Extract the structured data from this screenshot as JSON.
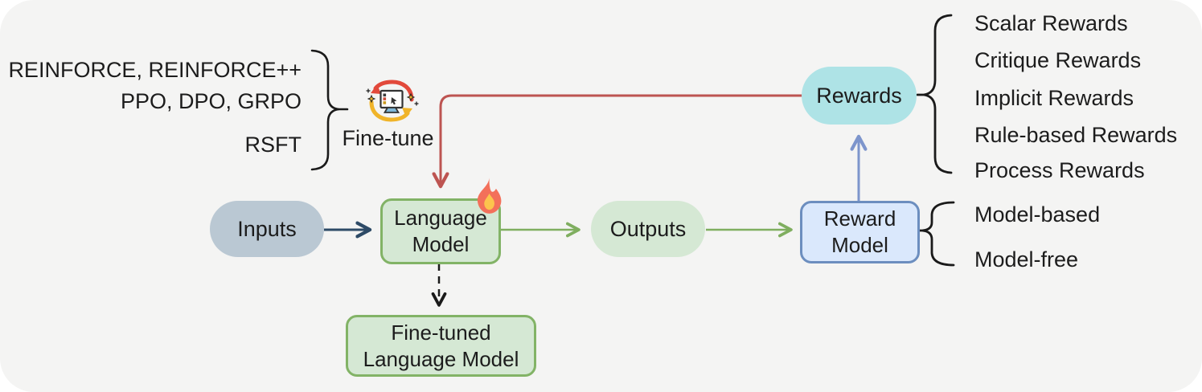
{
  "algorithms": {
    "line1": "REINFORCE, REINFORCE++",
    "line2": "PPO, DPO, GRPO",
    "line3": "RSFT"
  },
  "finetune": {
    "label": "Fine-tune",
    "icon": "sync-monitor"
  },
  "nodes": {
    "inputs": {
      "label": "Inputs",
      "fill": "#bac8d3"
    },
    "language_model": {
      "line1": "Language",
      "line2": "Model",
      "fill": "#d5e8d4",
      "border": "#82b366",
      "icon": "fire"
    },
    "outputs": {
      "label": "Outputs",
      "fill": "#d5e8d4"
    },
    "reward_model": {
      "line1": "Reward",
      "line2": "Model",
      "fill": "#dae8fc",
      "border": "#6c8ebf"
    },
    "rewards": {
      "label": "Rewards",
      "fill": "#aee3e6"
    },
    "finetuned_model": {
      "line1": "Fine-tuned",
      "line2": "Language Model",
      "fill": "#d5e8d4",
      "border": "#82b366"
    }
  },
  "reward_types": [
    "Scalar Rewards",
    "Critique Rewards",
    "Implicit Rewards",
    "Rule-based Rewards",
    "Process Rewards"
  ],
  "reward_model_types": [
    "Model-based",
    "Model-free"
  ],
  "colors": {
    "background": "#f4f4f3",
    "input_arrow": "#2d4a66",
    "output_arrow": "#7fae5f",
    "reward_up_arrow": "#7d95cc",
    "feedback_line": "#bd5451",
    "dashed_arrow": "#1a1a1a",
    "brace": "#1a1a1a",
    "flame_outer": "#f3705a",
    "flame_inner": "#fcc44d"
  }
}
